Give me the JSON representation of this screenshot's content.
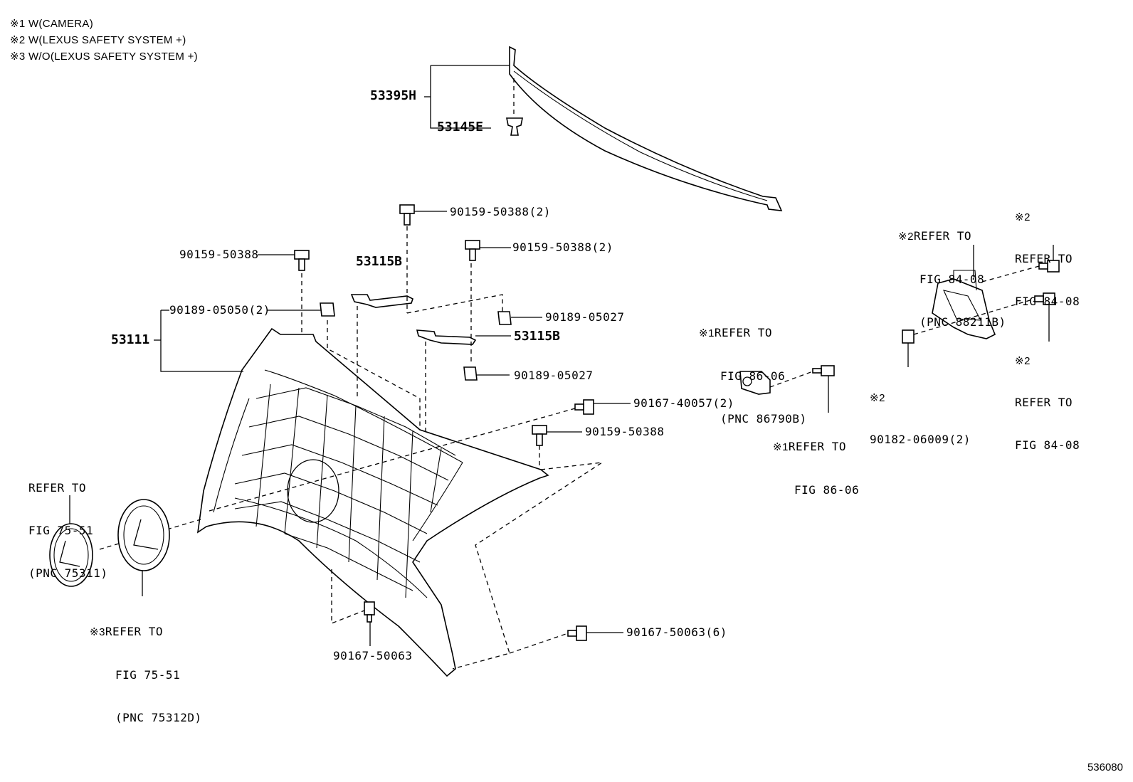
{
  "notes": [
    "※1 W(CAMERA)",
    "※2 W(LEXUS SAFETY SYSTEM +)",
    "※3 W/O(LEXUS SAFETY SYSTEM +)"
  ],
  "parts": {
    "p53395H": "53395H",
    "p53145E": "53145E",
    "p53111": "53111",
    "p53115B_a": "53115B",
    "p53115B_b": "53115B",
    "bolt_90159_50388_2a": "90159-50388(2)",
    "bolt_90159_50388_2b": "90159-50388(2)",
    "bolt_90159_50388_a": "90159-50388",
    "bolt_90159_50388_b": "90159-50388",
    "nut_90189_05050_2": "90189-05050(2)",
    "nut_90189_05027_a": "90189-05027",
    "nut_90189_05027_b": "90189-05027",
    "screw_90167_40057_2": "90167-40057(2)",
    "screw_90167_50063": "90167-50063",
    "screw_90167_50063_6": "90167-50063(6)",
    "nut_90182_06009_2": "90182-06009(2)"
  },
  "refs": {
    "emblem_front": [
      "REFER TO",
      "FIG 75-51",
      "(PNC 75311)"
    ],
    "emblem_rear_mark": "※3",
    "emblem_rear": [
      "REFER TO",
      "FIG 75-51",
      "(PNC 75312D)"
    ],
    "camera_mark": "※1",
    "camera": [
      "REFER TO",
      "FIG 86-06",
      "(PNC 86790B)"
    ],
    "camera_bolt_mark": "※1",
    "camera_bolt": [
      "REFER TO",
      "FIG 86-06"
    ],
    "radar_mark": "※2",
    "radar": [
      "REFER TO",
      "FIG 84-08",
      "(PNC 88211B)"
    ],
    "radar_bolt_top_mark": "※2",
    "radar_bolt_top": [
      "REFER TO",
      "FIG 84-08"
    ],
    "radar_bolt_bot_mark": "※2",
    "radar_bolt_bot": [
      "REFER TO",
      "FIG 84-08"
    ],
    "radar_nut_mark": "※2"
  },
  "figure_number": "536080"
}
